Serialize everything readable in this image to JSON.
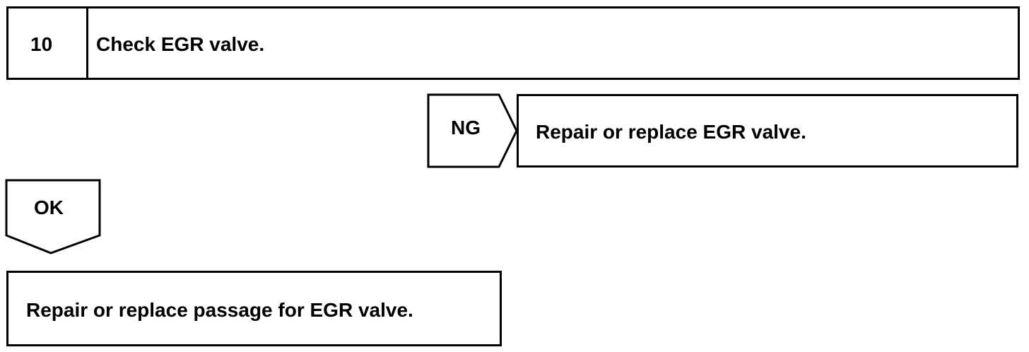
{
  "step": {
    "number": "10",
    "title": "Check EGR valve."
  },
  "ng_branch": {
    "label": "NG",
    "action": "Repair or replace EGR valve."
  },
  "ok_branch": {
    "label": "OK",
    "action": "Repair or replace passage for EGR valve."
  }
}
